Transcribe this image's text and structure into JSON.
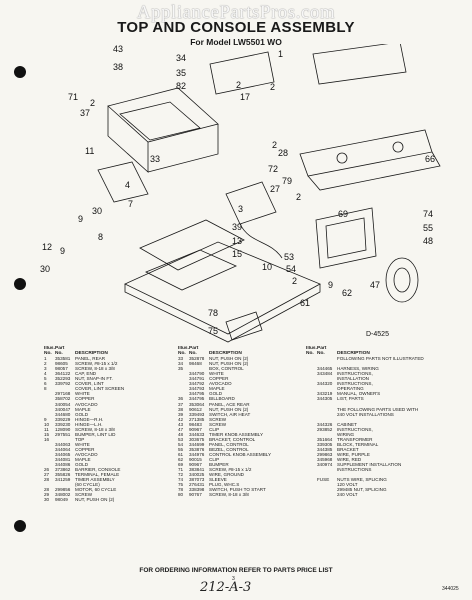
{
  "watermark": "AppliancePartsPros.com",
  "title": "TOP AND CONSOLE ASSEMBLY",
  "subtitle": "For Model LW5501 WO",
  "diagram_code": "D-4525",
  "callouts": [
    "43",
    "38",
    "34",
    "35",
    "82",
    "2",
    "17",
    "2",
    "71",
    "37",
    "1",
    "2",
    "28",
    "72",
    "66",
    "33",
    "11",
    "2",
    "27",
    "79",
    "9",
    "30",
    "8",
    "4",
    "3",
    "39",
    "13",
    "15",
    "7",
    "10",
    "9",
    "30",
    "69",
    "74",
    "55",
    "48",
    "53",
    "54",
    "47",
    "62",
    "61",
    "78",
    "75",
    "2",
    "9",
    "12",
    "2"
  ],
  "columns": [
    {
      "headers": {
        "illus": "Illus.",
        "part": "Part",
        "no": "No.",
        "desc": "DESCRIPTION"
      },
      "rows": [
        [
          "1",
          "353581",
          "PANEL, REAR"
        ],
        [
          "2",
          "98605",
          "SCREW, #8-15 x 1/2"
        ],
        [
          "3",
          "98057",
          "SCREW, 8-18 x 3/8"
        ],
        [
          "4",
          "364122",
          "CAP, END"
        ],
        [
          "5",
          "352293",
          "NUT, SNAP-IN FT."
        ],
        [
          "6",
          "339792",
          "COVER, LINT"
        ],
        [
          "8",
          "",
          "COVER, LINT SCREEN"
        ],
        [
          "",
          "297168",
          "WHITE"
        ],
        [
          "",
          "358702",
          "COPPER"
        ],
        [
          "",
          "340054",
          "AVOCADO"
        ],
        [
          "",
          "340047",
          "MAPLE"
        ],
        [
          "",
          "344680",
          "GOLD"
        ],
        [
          "9",
          "339229",
          "HINGE—R.H."
        ],
        [
          "10",
          "339230",
          "HINGE—L.H."
        ],
        [
          "11",
          "128090",
          "SCREW, 8-18 x 3/8"
        ],
        [
          "15",
          "297551",
          "BUMPER, LINT LID"
        ],
        [
          "16",
          "",
          "TOP"
        ],
        [
          "",
          "344063",
          "WHITE"
        ],
        [
          "",
          "344064",
          "COPPER"
        ],
        [
          "",
          "344065",
          "AVOCADO"
        ],
        [
          "",
          "344081",
          "MAPLE"
        ],
        [
          "",
          "344086",
          "GOLD"
        ],
        [
          "26",
          "373862",
          "BARRIER, CONSOLE"
        ],
        [
          "27",
          "355826",
          "TERMINAL, FEMALE"
        ],
        [
          "28",
          "341259",
          "TIMER ASSEMBLY"
        ],
        [
          "",
          "",
          "(60 CYCLE)"
        ],
        [
          "28",
          "299856",
          "MOTOR, 60 CYCLE"
        ],
        [
          "29",
          "348002",
          "SCREW"
        ],
        [
          "30",
          "98049",
          "NUT, PUSH ON (2)"
        ]
      ]
    },
    {
      "headers": {
        "illus": "Illus.",
        "part": "Part",
        "no": "No.",
        "desc": "DESCRIPTION"
      },
      "rows": [
        [
          "33",
          "352878",
          "NUT, PUSH ON (2)"
        ],
        [
          "34",
          "98468",
          "NUT, PUSH ON (2)"
        ],
        [
          "35",
          "",
          "BOX, CONTROL"
        ],
        [
          "",
          "344790",
          "WHITE"
        ],
        [
          "",
          "344791",
          "COPPER"
        ],
        [
          "",
          "344792",
          "AVOCADO"
        ],
        [
          "",
          "344793",
          "MAPLE"
        ],
        [
          "",
          "344795",
          "GOLD"
        ],
        [
          "36",
          "344795",
          "BILLBOARD"
        ],
        [
          "37",
          "353064",
          "PANEL, ACE REAR"
        ],
        [
          "38",
          "90612",
          "NUT, PUSH ON (2)"
        ],
        [
          "39",
          "339493",
          "SWITCH, AIR HEAT"
        ],
        [
          "42",
          "271385",
          "SCREW"
        ],
        [
          "43",
          "98483",
          "SCREW"
        ],
        [
          "47",
          "90967",
          "CLIP"
        ],
        [
          "48",
          "344633",
          "TIMER KNOB ASSEMBLY"
        ],
        [
          "53",
          "303675",
          "BRACKET, CONTROL"
        ],
        [
          "54",
          "344699",
          "PANEL, CONTROL"
        ],
        [
          "55",
          "353876",
          "BEZEL, CONTROL"
        ],
        [
          "61",
          "344976",
          "CONTROL KNOB ASSEMBLY"
        ],
        [
          "62",
          "90015",
          "CLIP"
        ],
        [
          "69",
          "90967",
          "BUMPER"
        ],
        [
          "71",
          "383841",
          "SCREW, #8-15 x 1/2"
        ],
        [
          "72",
          "340025",
          "WIRE, GROUND"
        ],
        [
          "74",
          "387073",
          "SLEEVE"
        ],
        [
          "75",
          "276431",
          "PLUG, WHC.S"
        ],
        [
          "78",
          "338398",
          "SWITCH, PUSH TO START"
        ],
        [
          "80",
          "90767",
          "SCREW, 8-18 x 3/8"
        ]
      ]
    },
    {
      "headers": {
        "illus": "Illus.",
        "part": "Part",
        "no": "No.",
        "desc": "DESCRIPTION"
      },
      "rows": [
        [
          "",
          "",
          "FOLLOWING PARTS NOT ILLUSTRATED"
        ],
        [
          "",
          "",
          ""
        ],
        [
          "",
          "344465",
          "HARNESS, WIRING"
        ],
        [
          "",
          "343484",
          "INSTRUCTIONS,"
        ],
        [
          "",
          "",
          "INSTALLATION"
        ],
        [
          "",
          "344320",
          "INSTRUCTIONS,"
        ],
        [
          "",
          "",
          "OPERATING"
        ],
        [
          "",
          "343219",
          "MANUAL, OWNER'S"
        ],
        [
          "",
          "344305",
          "LIST, PARTS"
        ],
        [
          "",
          "",
          ""
        ],
        [
          "",
          "",
          "THE FOLLOWING PARTS USED WITH"
        ],
        [
          "",
          "",
          "240 VOLT INSTALLATIONS"
        ],
        [
          "",
          "",
          ""
        ],
        [
          "",
          "344326",
          "CABINET"
        ],
        [
          "",
          "293852",
          "INSTRUCTIONS,"
        ],
        [
          "",
          "",
          "WIRING"
        ],
        [
          "",
          "351664",
          "TRANSFORMER"
        ],
        [
          "",
          "339305",
          "BLOCK, TERMINAL"
        ],
        [
          "",
          "344385",
          "BRACKET"
        ],
        [
          "",
          "299863",
          "WIRE, PURPLE"
        ],
        [
          "",
          "345968",
          "WIRE, RED"
        ],
        [
          "",
          "340974",
          "SUPPLEMENT INSTALLATION"
        ],
        [
          "",
          "",
          "INSTRUCTIONS"
        ],
        [
          "",
          "",
          ""
        ],
        [
          "",
          "FUSE",
          "NUTS WIRE, SPLICING"
        ],
        [
          "",
          "",
          "120 VOLT"
        ],
        [
          "",
          "",
          "299485 NUT, SPLICING"
        ],
        [
          "",
          "",
          "240 VOLT"
        ]
      ]
    }
  ],
  "footer": "FOR ORDERING INFORMATION REFER TO PARTS PRICE LIST",
  "page_number": "3",
  "handwritten": "212-A-3",
  "document_number": "344025"
}
